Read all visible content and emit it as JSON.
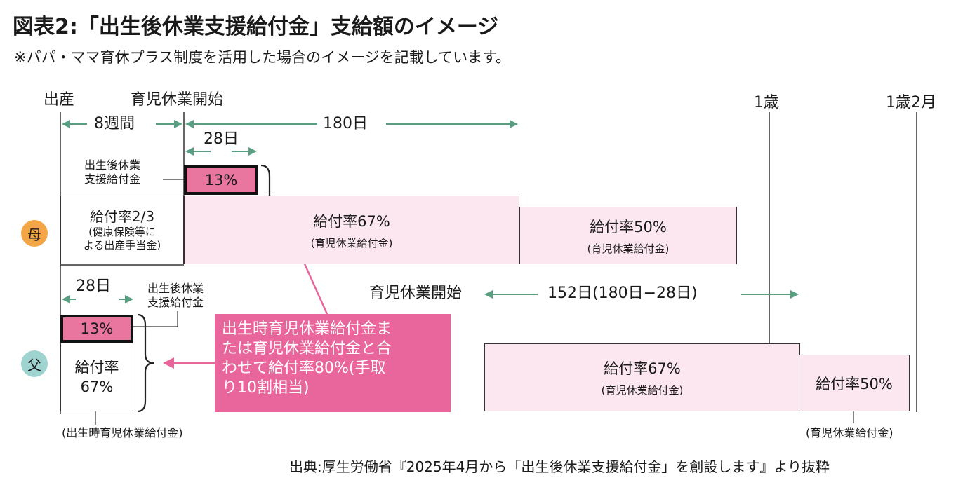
{
  "header": {
    "title": "図表2:「出生後休業支援給付金」支給額のイメージ",
    "subtitle": "※パパ・ママ育休プラス制度を活用した場合のイメージを記載しています。"
  },
  "timeline": {
    "birth": "出産",
    "leave_start": "育児休業開始",
    "age1": "1歳",
    "age1_2m": "1歳2月",
    "weeks8": "8週間",
    "days180": "180日",
    "days28_top": "28日",
    "days28_father": "28日",
    "father_leave_start": "育児休業開始",
    "days152": "152日(180日−28日)"
  },
  "mother": {
    "badge": "母",
    "support_label_line1": "出生後休業",
    "support_label_line2": "支援給付金",
    "support_rate": "13%",
    "maternity_rate": "給付率2/3",
    "maternity_note_line1": "(健康保険等に",
    "maternity_note_line2": "よる出産手当金)",
    "rate67": "給付率67%",
    "rate67_note": "(育児休業給付金)",
    "rate50": "給付率50%",
    "rate50_note": "(育児休業給付金)"
  },
  "father": {
    "badge": "父",
    "support_label_line1": "出生後休業",
    "support_label_line2": "支援給付金",
    "support_rate": "13%",
    "birth_rate_line1": "給付率",
    "birth_rate_line2": "67%",
    "birth_note": "(出生時育児休業給付金)",
    "rate67": "給付率67%",
    "rate67_note": "(育児休業給付金)",
    "rate50": "給付率50%",
    "rate50_note": "(育児休業給付金)"
  },
  "callout": {
    "line1": "出生時育児休業給付金ま",
    "line2": "たは育児休業給付金と合",
    "line3": "わせて給付率80%(手取",
    "line4": "り10割相当)"
  },
  "source": "出典:厚生労働省『2025年4月から「出生後休業支援給付金」を創設します』より抜粋",
  "colors": {
    "arrow_green": "#5a9e82",
    "callout_pink": "#e8669b",
    "hot_pink": "#e8769e",
    "light_pink": "#fce6ef",
    "mother_badge": "#f3a646",
    "father_badge": "#9fd3cf"
  }
}
